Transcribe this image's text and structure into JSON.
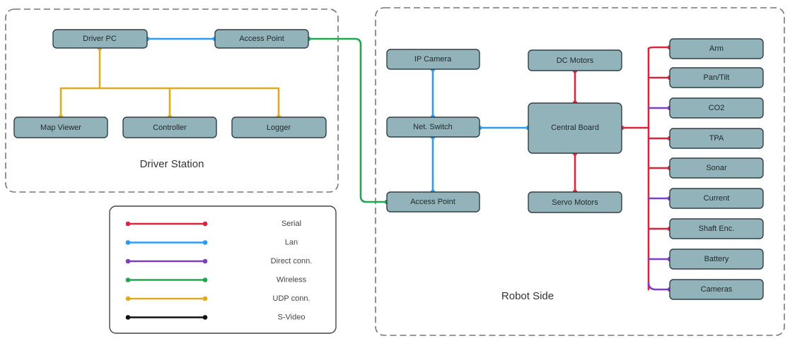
{
  "colors": {
    "serial": "#d7263d",
    "lan": "#2f9bf0",
    "direct": "#7d3fbf",
    "wireless": "#1ea84f",
    "udp": "#e0ac1e",
    "svideo": "#111111",
    "node_fill": "#93b3bb"
  },
  "groups": {
    "driver_station": "Driver Station",
    "robot_side": "Robot Side"
  },
  "nodes": {
    "driver_pc": "Driver PC",
    "access_point_driver": "Access Point",
    "map_viewer": "Map Viewer",
    "controller": "Controller",
    "logger": "Logger",
    "ip_camera": "IP Camera",
    "net_switch": "Net. Switch",
    "access_point_robot": "Access Point",
    "dc_motors": "DC Motors",
    "central_board": "Central Board",
    "servo_motors": "Servo Motors",
    "arm": "Arm",
    "pan_tilt": "Pan/Tilt",
    "co2": "CO2",
    "tpa": "TPA",
    "sonar": "Sonar",
    "current": "Current",
    "shaft_enc": "Shaft Enc.",
    "battery": "Battery",
    "cameras": "Cameras"
  },
  "legend": [
    {
      "label": "Serial",
      "color_key": "serial"
    },
    {
      "label": "Lan",
      "color_key": "lan"
    },
    {
      "label": "Direct conn.",
      "color_key": "direct"
    },
    {
      "label": "Wireless",
      "color_key": "wireless"
    },
    {
      "label": "UDP conn.",
      "color_key": "udp"
    },
    {
      "label": "S-Video",
      "color_key": "svideo"
    }
  ]
}
